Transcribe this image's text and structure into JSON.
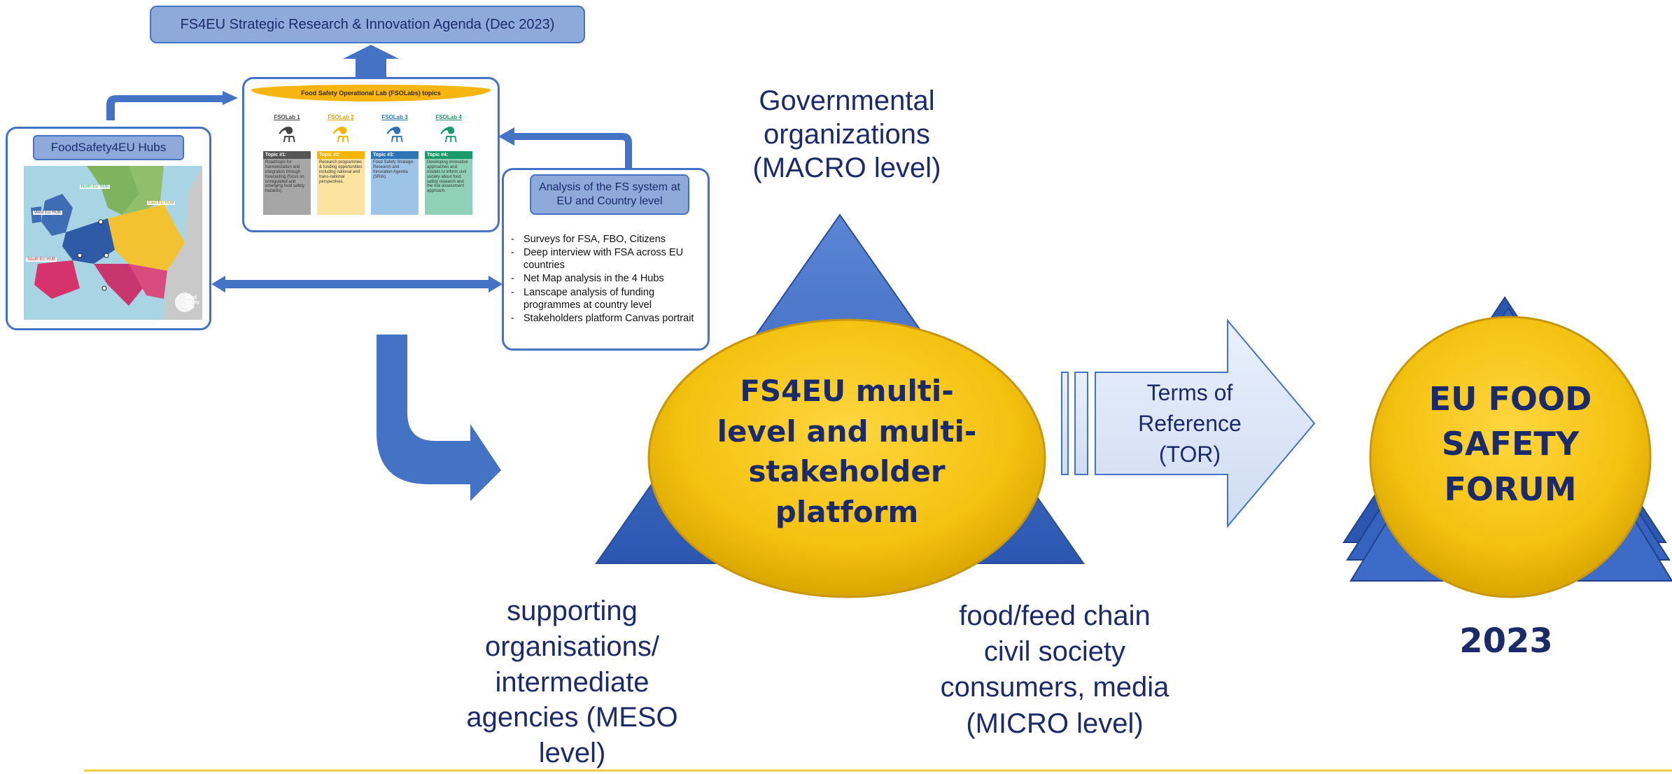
{
  "sria_title": "FS4EU Strategic Research & Innovation Agenda (Dec 2023)",
  "hubs": {
    "title": "FoodSafety4EU Hubs",
    "map_labels": [
      "North EU HUB",
      "West EU HUB",
      "East EU HUB",
      "South EU HUB"
    ],
    "logo_text": "Food Safety 4EU"
  },
  "fsolabs": {
    "banner": "Food Safety Operational Lab (FSOLabs) topics",
    "labs": [
      {
        "name": "FSOLab 1",
        "topic": "Topic #1:",
        "text": "Roadmaps for harmonization and integration through forecasting (focus on unregulated and emerging food safety hazards).",
        "color": "#555555",
        "fill": "#a6a6a6"
      },
      {
        "name": "FSOLab 2",
        "topic": "Topic #2:",
        "text": "Research programmes & funding opportunities including national and trans-national perspectives.",
        "color": "#f4b400",
        "fill": "#fde3a0"
      },
      {
        "name": "FSOLab 3",
        "topic": "Topic #3:",
        "text": "Food Safety Strategic Research and Innovation Agenda (SRIA).",
        "color": "#2e75b6",
        "fill": "#9dc3e6"
      },
      {
        "name": "FSOLab 4",
        "topic": "Topic #4:",
        "text": "Developing innovative approaches and models to inform civil society about food safety research and the risk assessment approach.",
        "color": "#1a9a6b",
        "fill": "#8fd1b8"
      }
    ]
  },
  "analysis": {
    "title": "Analysis of the FS system at EU and Country level",
    "items": [
      "Surveys for FSA, FBO, Citizens",
      "Deep interview with FSA across EU countries",
      "Net Map analysis in the 4 Hubs",
      "Lanscape analysis of funding programmes at country level",
      "Stakeholders platform Canvas portrait"
    ]
  },
  "levels": {
    "macro": "Governmental organizations (MACRO level)",
    "meso": "supporting organisations/ intermediate agencies (MESO level)",
    "micro": "food/feed chain civil society consumers, media (MICRO level)"
  },
  "platform": "FS4EU multi-level and multi-stakeholder platform",
  "tor": "Terms of Reference (TOR)",
  "forum": "EU FOOD SAFETY FORUM",
  "year": "2023",
  "colors": {
    "navy": "#1b2a6b",
    "arrow_blue": "#4472c4",
    "gold": "#f6c518",
    "light_blue": "#8eaadb"
  }
}
